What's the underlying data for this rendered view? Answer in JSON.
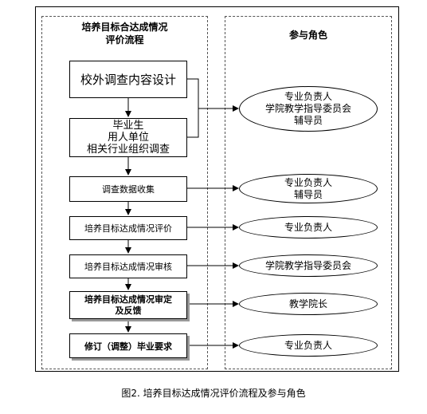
{
  "left_panel_title": "培养目标合达成情况\n评价流程",
  "right_panel_title": "参与角色",
  "steps": [
    {
      "text": "校外调查内容设计"
    },
    {
      "text": "毕业生\n用人单位\n相关行业组织调查"
    },
    {
      "text": "调查数据收集"
    },
    {
      "text": "培养目标达成情况评价"
    },
    {
      "text": "培养目标达成情况审核"
    },
    {
      "text": "培养目标达成情况审定\n及反馈"
    },
    {
      "text": "修订（调整）毕业要求"
    }
  ],
  "roles": [
    {
      "text": "专业负责人\n学院教学指导委员会\n辅导员"
    },
    {
      "text": "专业负责人\n辅导员"
    },
    {
      "text": "专业负责人"
    },
    {
      "text": "学院教学指导委员会"
    },
    {
      "text": "教学院长"
    },
    {
      "text": "专业负责人"
    }
  ],
  "caption": "图2. 培养目标达成情况评价流程及参与角色"
}
